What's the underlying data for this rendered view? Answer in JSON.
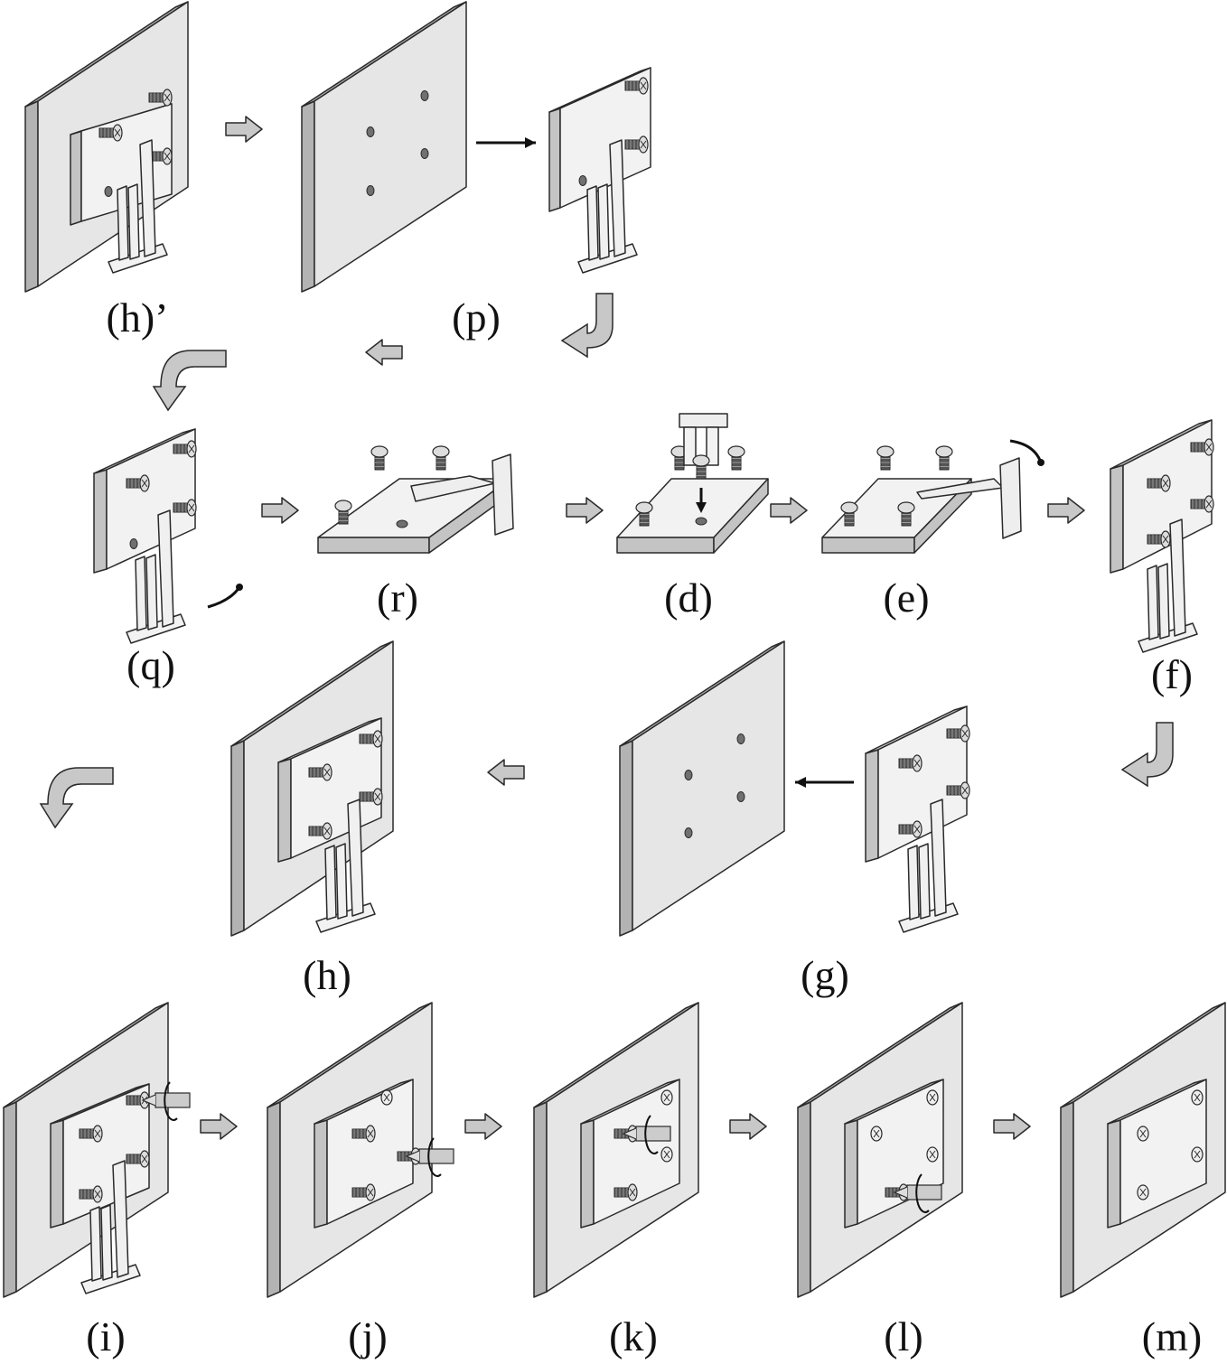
{
  "figure": {
    "description": "Sequence of steps for mounting a plate with screws onto a wall panel using a holding jig",
    "colors": {
      "panel_face": "#e6e6e6",
      "panel_edge": "#b3b3b3",
      "plate_face": "#f2f2f2",
      "plate_edge": "#c4c4c4",
      "outline": "#2a2a2a",
      "hole": "#707070",
      "arrow_fill": "#c8c8c8"
    },
    "steps": [
      {
        "id": "h-prime",
        "label": "(h)’",
        "row": 1,
        "content": "plate with jig attached to panel"
      },
      {
        "id": "p",
        "label": "(p)",
        "row": 1,
        "content": "panel with four holes, plate with jig removed"
      },
      {
        "id": "q",
        "label": "(q)",
        "row": 2,
        "content": "plate with screws and jig, rotation arrow"
      },
      {
        "id": "r",
        "label": "(r)",
        "row": 2,
        "content": "plate laid flat with jig"
      },
      {
        "id": "d",
        "label": "(d)",
        "row": 2,
        "content": "jig inserted into hole, downward arrow"
      },
      {
        "id": "e",
        "label": "(e)",
        "row": 2,
        "content": "plate flat with jig, rotation arrow"
      },
      {
        "id": "f",
        "label": "(f)",
        "row": 2,
        "content": "plate upright with jig"
      },
      {
        "id": "g",
        "label": "(g)",
        "row": 3,
        "content": "plate with jig moved toward panel"
      },
      {
        "id": "h",
        "label": "(h)",
        "row": 3,
        "content": "plate with jig attached to panel"
      },
      {
        "id": "i",
        "label": "(i)",
        "row": 4,
        "content": "screwdriver tightening top-right screw"
      },
      {
        "id": "j",
        "label": "(j)",
        "row": 4,
        "content": "jig removed, screwdriver on right screw"
      },
      {
        "id": "k",
        "label": "(k)",
        "row": 4,
        "content": "screwdriver on left-top screw"
      },
      {
        "id": "l",
        "label": "(l)",
        "row": 4,
        "content": "screwdriver on bottom screw"
      },
      {
        "id": "m",
        "label": "(m)",
        "row": 4,
        "content": "plate fully mounted"
      }
    ]
  }
}
